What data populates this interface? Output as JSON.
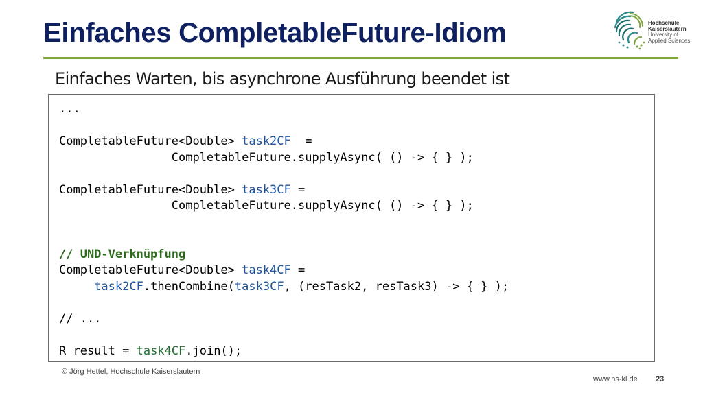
{
  "slide": {
    "title": "Einfaches CompletableFuture-Idiom",
    "subtitle": "Einfaches Warten, bis asynchrone Ausführung beendet ist"
  },
  "logo": {
    "line1": "Hochschule",
    "line2": "Kaiserslautern",
    "line3": "University of",
    "line4": "Applied Sciences",
    "icon": "hochschule-logo-icon"
  },
  "code": {
    "l1": "...",
    "l2_type": "CompletableFuture<Double> ",
    "l2_var": "task2CF",
    "l2_rest": "  =",
    "l3": "                CompletableFuture.supplyAsync( () -> { } );",
    "l4_type": "CompletableFuture<Double> ",
    "l4_var": "task3CF",
    "l4_rest": " =",
    "l5": "                CompletableFuture.supplyAsync( () -> { } );",
    "l6": "// UND-Verknüpfung",
    "l7_type": "CompletableFuture<Double> ",
    "l7_var": "task4CF",
    "l7_rest": " =",
    "l8_indent": "     ",
    "l8_a": "task2CF",
    "l8_b": ".thenCombine(",
    "l8_c": "task3CF",
    "l8_d": ", (resTask2, resTask3) -> { } );",
    "l9": "// ...",
    "l10_a": "R result = ",
    "l10_b": "task4CF",
    "l10_c": ".join();"
  },
  "footer": {
    "copyright": "© Jörg Hettel, Hochschule Kaiserslautern",
    "url": "www.hs-kl.de",
    "page": "23"
  },
  "colors": {
    "title": "#0f2060",
    "rule": "#7fa63a",
    "identifier": "#1d55a0",
    "comment": "#2e6b1f"
  }
}
